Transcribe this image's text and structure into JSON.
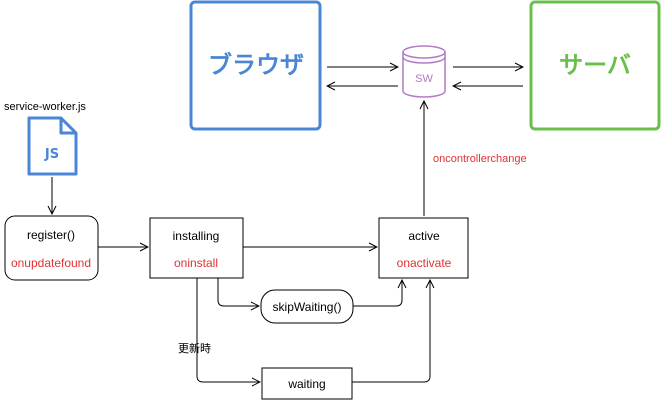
{
  "colors": {
    "browser": "#4a86d6",
    "server": "#6abf4b",
    "sw": "#b07cc6",
    "event": "#e03232",
    "stroke": "#000000"
  },
  "browser": {
    "label": "ブラウザ"
  },
  "server": {
    "label": "サーバ"
  },
  "sw": {
    "label": "SW"
  },
  "file": {
    "name": "service-worker.js",
    "icon_text": "JS",
    "icon": "js-file-icon"
  },
  "nodes": {
    "register": {
      "label": "register()",
      "event": "onupdatefound"
    },
    "installing": {
      "label": "installing",
      "event": "oninstall"
    },
    "active": {
      "label": "active",
      "event": "onactivate"
    },
    "skip": {
      "label": "skipWaiting()"
    },
    "waiting": {
      "label": "waiting"
    }
  },
  "edges": {
    "controller": "oncontrollerchange",
    "update": "更新時"
  }
}
